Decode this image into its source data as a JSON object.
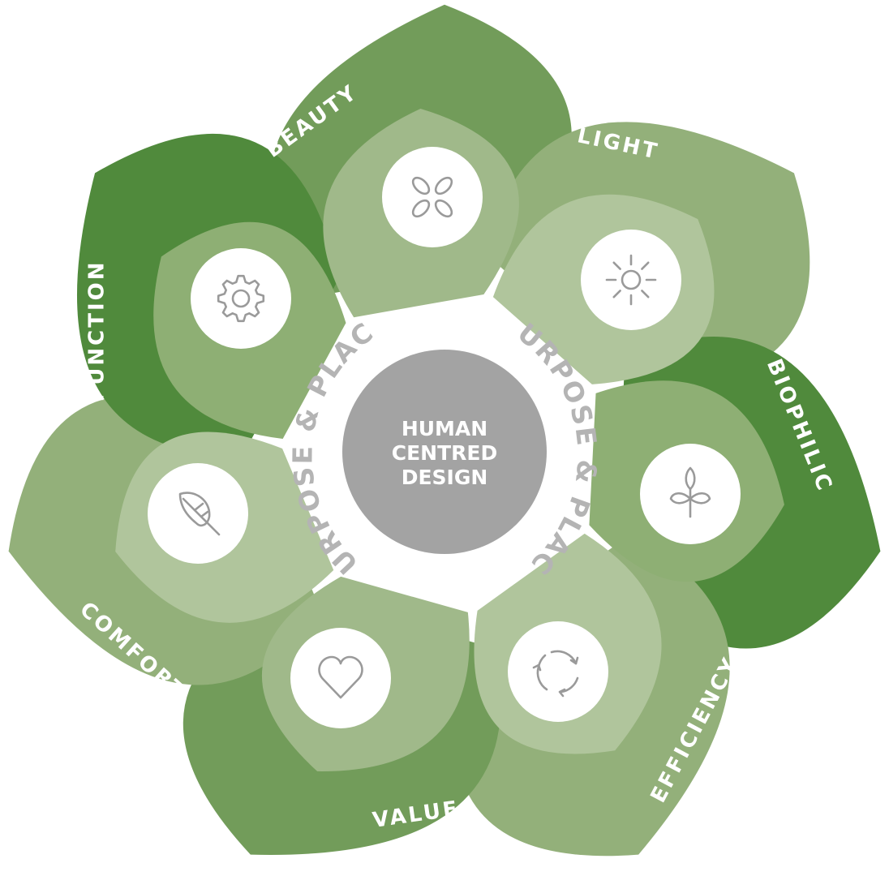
{
  "center": {
    "lines": [
      "HUMAN",
      "CENTRED",
      "DESIGN"
    ],
    "color": "#a3a3a3"
  },
  "ring_text": {
    "left": "PURPOSE & PLACE",
    "right": "PURPOSE & PLACE",
    "color": "#b4b4b4"
  },
  "segments": [
    {
      "label": "BEAUTY",
      "icon": "leaves-icon",
      "outer_color": "#729c5a",
      "inner_color": "#a0b98a"
    },
    {
      "label": "LIGHT",
      "icon": "sun-icon",
      "outer_color": "#93b07a",
      "inner_color": "#b0c59c"
    },
    {
      "label": "BIOPHILIC",
      "icon": "sprout-icon",
      "outer_color": "#508a3c",
      "inner_color": "#8eaf74"
    },
    {
      "label": "EFFICIENCY",
      "icon": "recycle-icon",
      "outer_color": "#93b07a",
      "inner_color": "#b0c59c"
    },
    {
      "label": "VALUE",
      "icon": "heart-icon",
      "outer_color": "#729c5a",
      "inner_color": "#a0b98a"
    },
    {
      "label": "COMFORT",
      "icon": "feather-icon",
      "outer_color": "#93b07a",
      "inner_color": "#b0c59c"
    },
    {
      "label": "FUNCTION",
      "icon": "gear-icon",
      "outer_color": "#508a3c",
      "inner_color": "#8eaf74"
    }
  ],
  "icon_stroke_color": "#9a9a9a"
}
